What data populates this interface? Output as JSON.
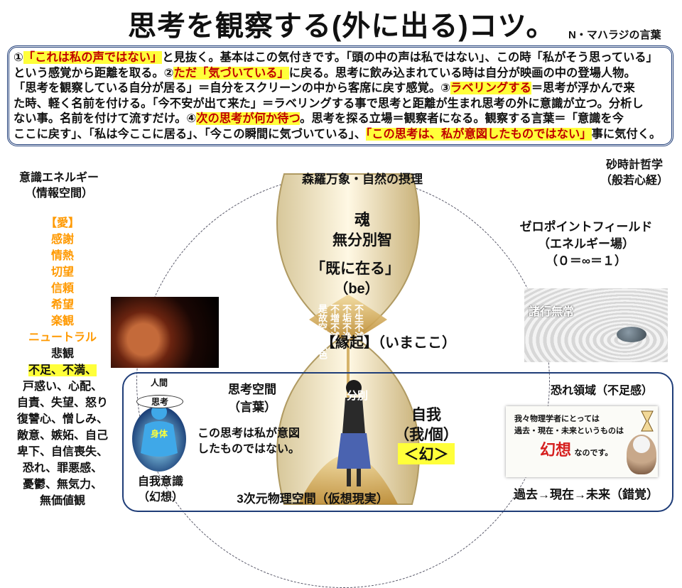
{
  "title": "思考を観察する(外に出る)コツ。",
  "subtitle": "N・マハラジの言葉",
  "intro": {
    "lines": [
      [
        {
          "t": "①"
        },
        {
          "t": "「これは私の声ではない」",
          "hl": true
        },
        {
          "t": "と見抜く。基本はこの気付きです。「頭の中の声は私ではない」、この時「私がそう思っている」"
        }
      ],
      [
        {
          "t": "という感覚から距離を取る。②"
        },
        {
          "t": "ただ「気づいている」",
          "hl": true
        },
        {
          "t": "に戻る。思考に飲み込まれている時は自分が映画の中の登場人物。"
        }
      ],
      [
        {
          "t": "「思考を観察している自分が居る」＝自分をスクリーンの中から客席に戻す感覚。③"
        },
        {
          "t": "ラベリングする",
          "hl": true
        },
        {
          "t": "＝思考が浮かんで来"
        }
      ],
      [
        {
          "t": "た時、軽く名前を付ける。「今不安が出て来た」＝ラベリングする事で思考と距離が生まれ思考の外に意識が立つ。分析し"
        }
      ],
      [
        {
          "t": "ない事。名前を付けて流すだけ。④"
        },
        {
          "t": "次の思考が何か待つ",
          "hl": true
        },
        {
          "t": "。思考を探る立場＝観察者になる。観察する言葉＝「意識を今"
        }
      ],
      [
        {
          "t": "ここに戻す」、「私は今ここに居る」、「今この瞬間に気づいている」、"
        },
        {
          "t": "「この思考は、私が意図したものではない」",
          "hl": true
        },
        {
          "t": "事に気付く。"
        }
      ]
    ]
  },
  "left": {
    "heading": [
      "意識エネルギー",
      "（情報空間）"
    ],
    "positive": [
      "【愛】",
      "感謝",
      "情熱",
      "切望",
      "信頼",
      "希望",
      "楽観",
      "ニュートラル"
    ],
    "neutral": "悲観",
    "highlight": "不足、不満、",
    "negative": [
      "戸惑い、心配、",
      "自責、失望、怒り",
      "復讐心、憎しみ、",
      "敵意、嫉妬、自己",
      "卑下、自信喪失、",
      "恐れ、罪悪感、",
      "憂鬱、無気力、",
      "無価値観"
    ]
  },
  "buddha_text": [
    "不生不滅",
    "不垢不浄",
    "不増不減",
    "是故空中無色"
  ],
  "center": {
    "heading": "森羅万象・自然の摂理",
    "soul": "魂",
    "wisdom": "無分別智",
    "already": "「既に在る」",
    "be": "（be）",
    "engi": "【縁起】（いまここ）",
    "bunbetsu": "分別",
    "ego": "自我",
    "ego_sub": "（我/個）",
    "illusion": "＜幻＞",
    "bottom": "3次元物理空間（仮想現実）"
  },
  "right": {
    "sand_heading": [
      "砂時計哲学",
      "（般若心経）"
    ],
    "zpf": [
      "ゼロポイントフィールド",
      "（エネルギー場）",
      "（０＝∞＝１）"
    ],
    "shogyo": "諸行無常",
    "fear": "恐れ領域（不足感）",
    "einstein_lines": [
      "我々物理学者にとっては",
      "過去・現在・未来というものは"
    ],
    "einstein_illusion": "幻想",
    "einstein_tail": "なのです。",
    "time": "過去→現在→未来（錯覚）"
  },
  "thought": {
    "heading": [
      "思考空間",
      "（言葉）"
    ],
    "note": [
      "この思考は私が意図",
      "したものではない。"
    ],
    "human": "人間",
    "shikou": "思考",
    "body": "身体",
    "self": [
      "自我意識",
      "（幻想）"
    ]
  },
  "colors": {
    "accent": "#1f3d78",
    "highlight": "#ffff3a",
    "red": "#c00000",
    "orange": "#ff9900"
  }
}
